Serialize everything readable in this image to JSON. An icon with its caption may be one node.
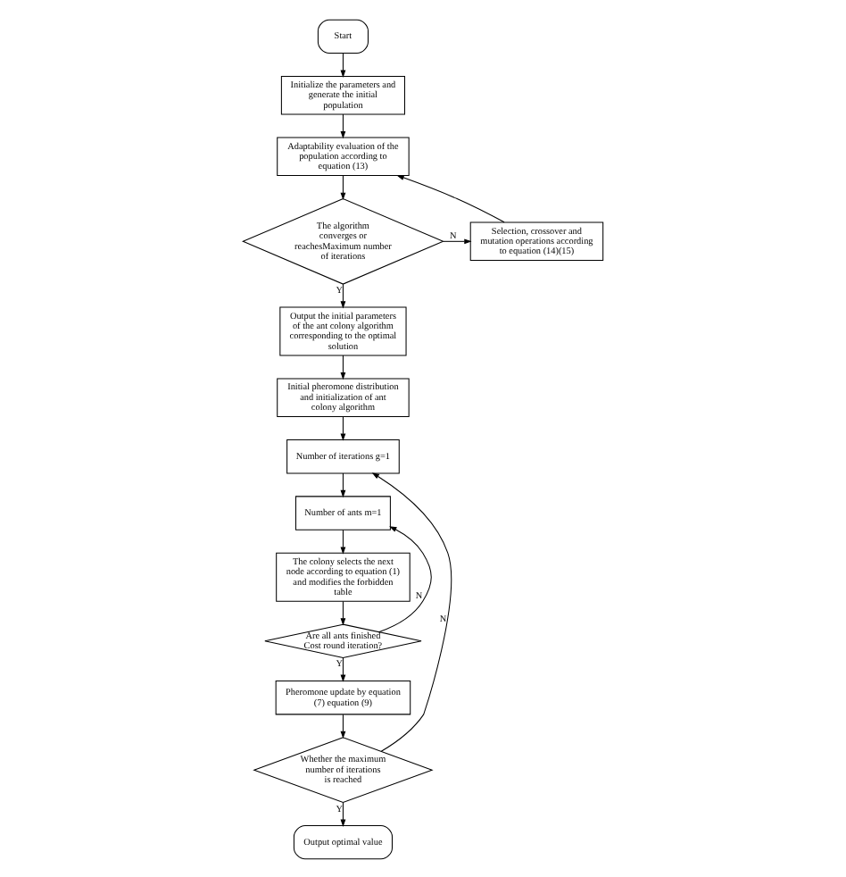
{
  "diagram": {
    "nodes": [
      {
        "text": [
          "Start"
        ]
      },
      {
        "text": [
          "Initialize the parameters and generate the initial population"
        ]
      },
      {
        "text": [
          "Adaptability evaluation of the population according to equation (13)"
        ]
      },
      {
        "text": [
          "Selection, crossover and mutation operations according to equation (14)(15)"
        ]
      },
      {
        "text": [
          "The algorithm converges or reachesMaximum number of iterations"
        ]
      },
      {
        "text": [
          "Output the initial parameters of the ant colony algorithm corresponding to the optimal solution"
        ]
      },
      {
        "text": [
          "Initial pheromone distribution and initialization of ant colony algorithm"
        ]
      },
      {
        "text": [
          "Number of iterations g=1"
        ]
      },
      {
        "text": [
          "Number of ants m=1"
        ]
      },
      {
        "text": [
          "The colony selects the next node according to equation (1) and modifies the forbidden table"
        ]
      },
      {
        "text": [
          "Are all ants finished Cost round iteration?"
        ]
      },
      {
        "text": [
          "Pheromone update by equation (7) equation (9)"
        ]
      },
      {
        "text": [
          "Whether the maximum number of iterations is reached"
        ]
      },
      {
        "text": [
          "Output optimal value"
        ]
      }
    ],
    "edges": [
      {
        "from": 0,
        "to": 1,
        "arrow": "to"
      },
      {
        "from": 1,
        "to": 2,
        "arrow": "to"
      },
      {
        "from": 2,
        "to": 4,
        "arrow": "to"
      },
      {
        "from": 4,
        "to": 3,
        "arrow": "to",
        "label": "N"
      },
      {
        "from": 3,
        "to": 2,
        "arrow": "to"
      },
      {
        "from": 4,
        "to": 5,
        "arrow": "to",
        "label": "Y"
      },
      {
        "from": 5,
        "to": 6,
        "arrow": "to"
      },
      {
        "from": 6,
        "to": 7,
        "arrow": "to"
      },
      {
        "from": 7,
        "to": 8,
        "arrow": "to"
      },
      {
        "from": 8,
        "to": 9,
        "arrow": "to"
      },
      {
        "from": 9,
        "to": 10,
        "arrow": "to"
      },
      {
        "from": 10,
        "to": 8,
        "arrow": "to",
        "label": "N"
      },
      {
        "from": 10,
        "to": 11,
        "arrow": "to",
        "label": "Y"
      },
      {
        "from": 11,
        "to": 12,
        "arrow": "to"
      },
      {
        "from": 12,
        "to": 7,
        "arrow": "to",
        "label": "N"
      },
      {
        "from": 12,
        "to": 13,
        "arrow": "to",
        "label": "Y"
      }
    ]
  }
}
